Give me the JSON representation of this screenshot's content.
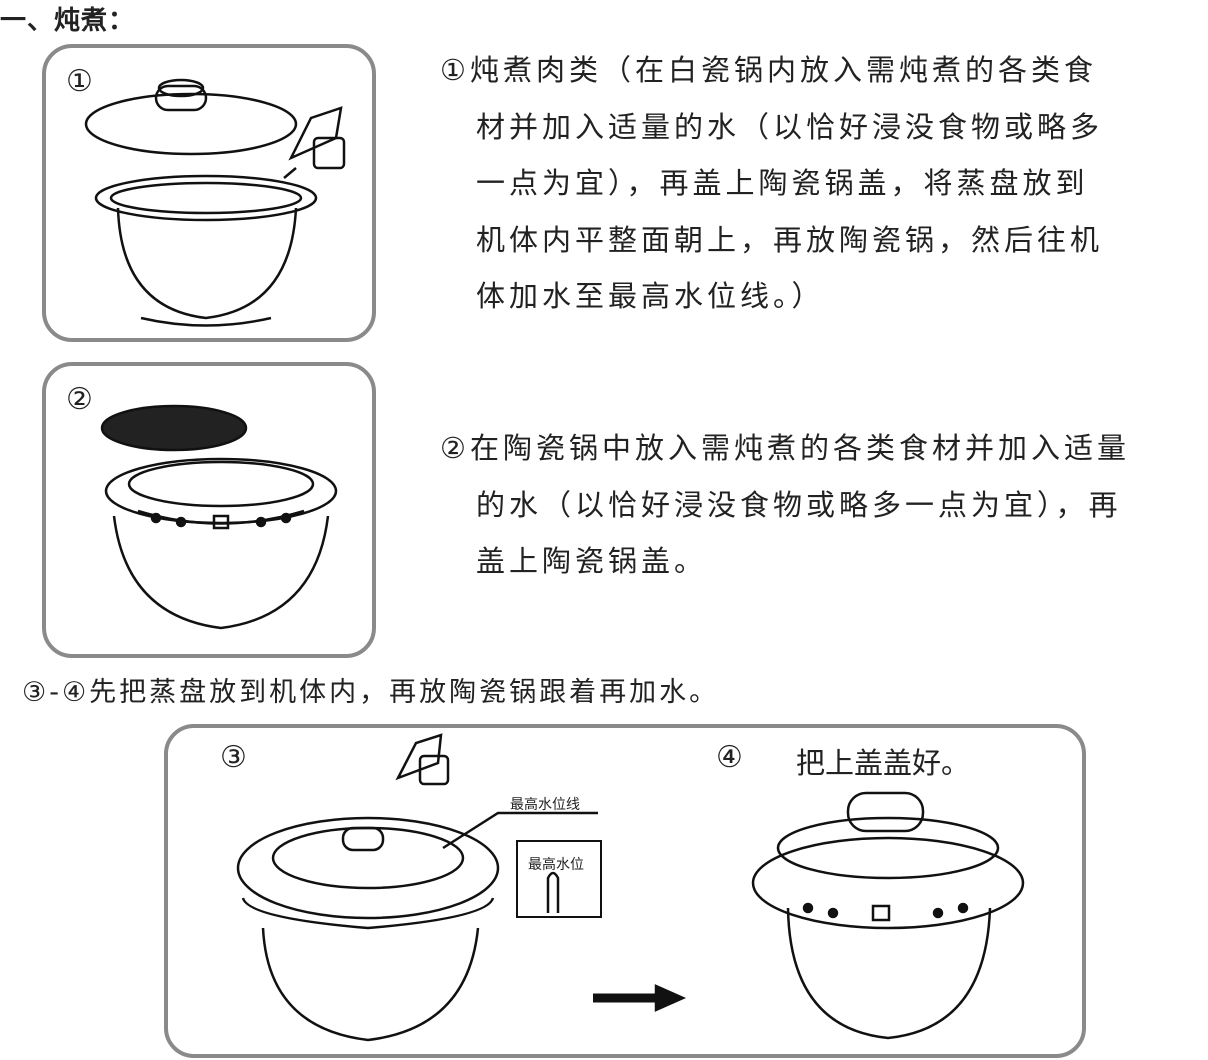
{
  "heading": "一、炖煮：",
  "panel1": {
    "number": "①"
  },
  "panel2": {
    "number": "②"
  },
  "step1_lines": [
    "①炖煮肉类（在白瓷锅内放入需炖煮的各类食",
    "材并加入适量的水（以恰好浸没食物或略多",
    "一点为宜），再盖上陶瓷锅盖，将蒸盘放到",
    "机体内平整面朝上，再放陶瓷锅，然后往机",
    "体加水至最高水位线。）"
  ],
  "step2_lines": [
    "②在陶瓷锅中放入需炖煮的各类食材并加入适量",
    "的水（以恰好浸没食物或略多一点为宜），再",
    "盖上陶瓷锅盖。"
  ],
  "step34": "③-④先把蒸盘放到机体内，再放陶瓷锅跟着再加水。",
  "panel3": {
    "number3": "③",
    "number4": "④",
    "caption4": "把上盖盖好。",
    "max_water_line_label": "最高水位线",
    "max_water_label": "最高水位"
  }
}
